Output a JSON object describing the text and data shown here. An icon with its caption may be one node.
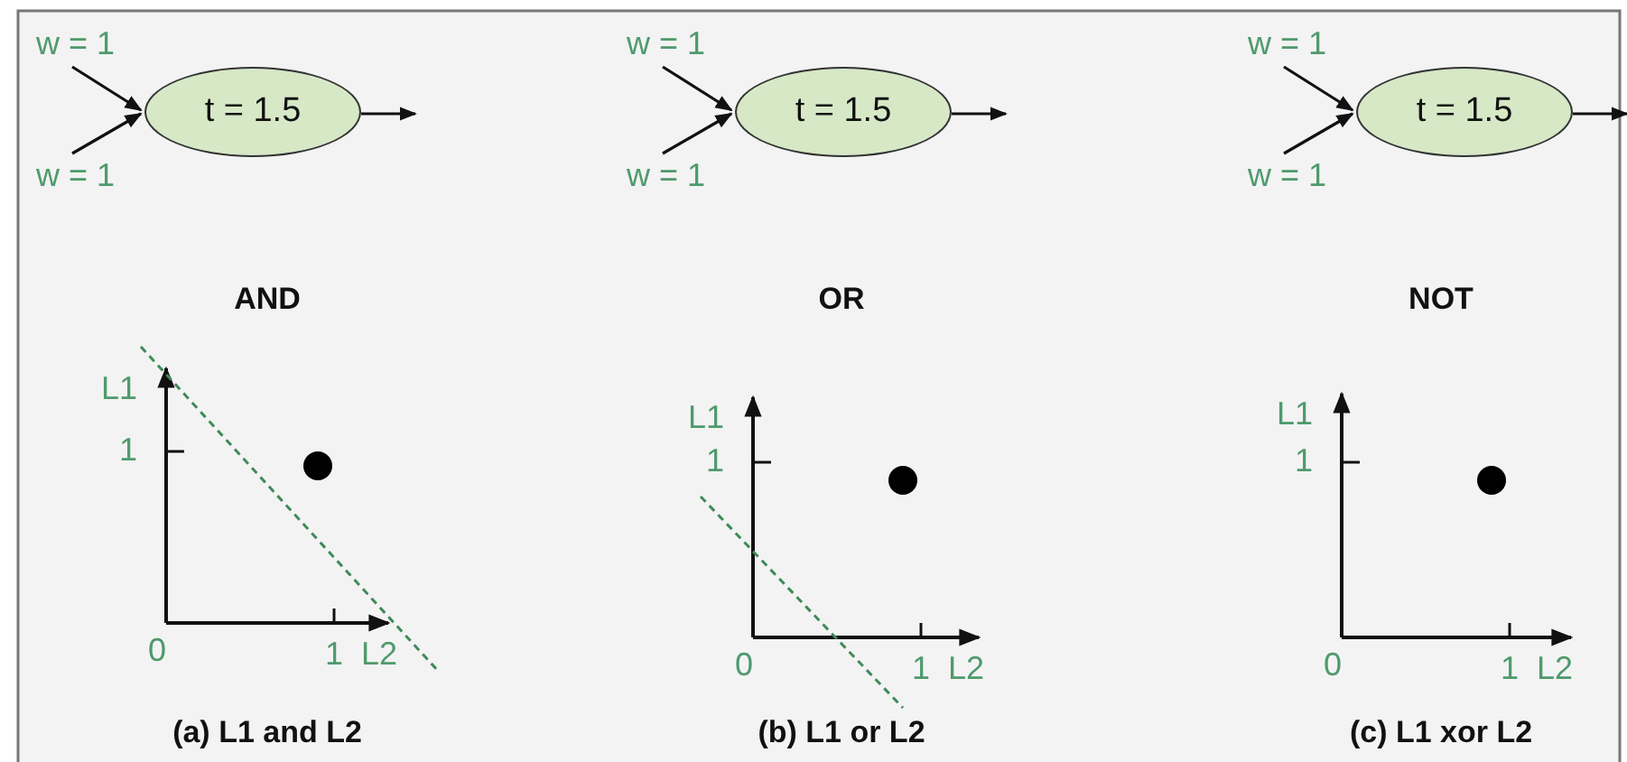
{
  "diagram": {
    "nodes": [
      {
        "text": [
          "t = 1.5"
        ]
      },
      {
        "text": [
          "t = 1.5"
        ]
      },
      {
        "text": [
          "t = 1.5"
        ]
      }
    ],
    "edges": [
      {
        "from": null,
        "to": 0,
        "arrow": "to",
        "label": "w = 1"
      },
      {
        "from": null,
        "to": 0,
        "arrow": "to",
        "label": "w = 1"
      },
      {
        "from": 0,
        "to": null,
        "arrow": "to"
      },
      {
        "from": null,
        "to": 1,
        "arrow": "to",
        "label": "w = 1"
      },
      {
        "from": null,
        "to": 1,
        "arrow": "to",
        "label": "w = 1"
      },
      {
        "from": 1,
        "to": null,
        "arrow": "to"
      },
      {
        "from": null,
        "to": 2,
        "arrow": "to",
        "label": "w = 1"
      },
      {
        "from": null,
        "to": 2,
        "arrow": "to",
        "label": "w = 1"
      },
      {
        "from": 2,
        "to": null,
        "arrow": "to"
      }
    ],
    "labels": [
      "AND",
      "OR",
      "NOT",
      "L1",
      "1",
      "0",
      "1",
      "L2",
      "(a) L1 and L2",
      "L1",
      "1",
      "0",
      "1",
      "L2",
      "(b) L1 or L2",
      "L1",
      "1",
      "0",
      "1",
      "L2",
      "(c) L1 xor L2"
    ]
  }
}
